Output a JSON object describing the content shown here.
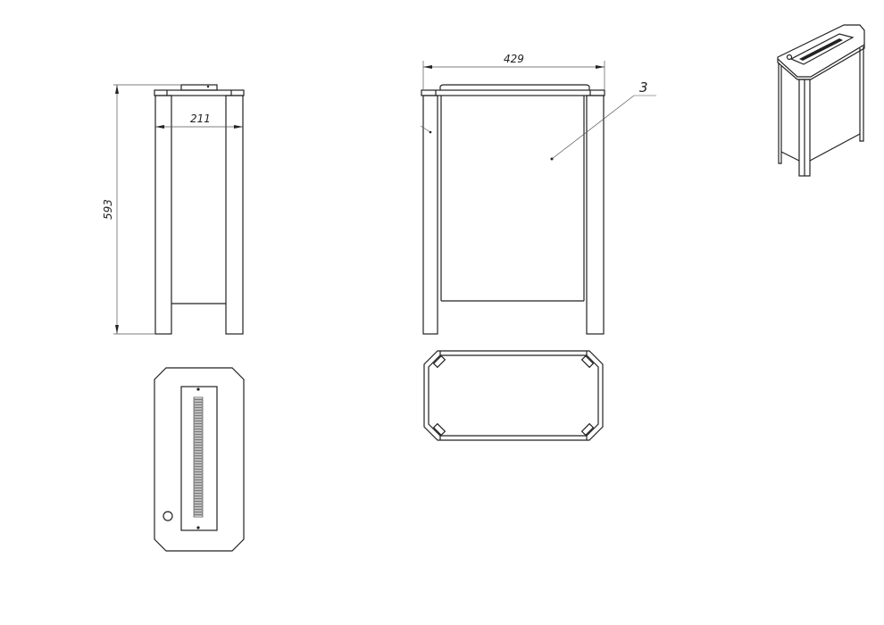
{
  "drawing": {
    "dimensions": {
      "height": "593",
      "depth": "211",
      "width": "429"
    },
    "callout": "3",
    "views": [
      "side-view",
      "front-view",
      "top-view",
      "bottom-view",
      "isometric-view"
    ]
  }
}
